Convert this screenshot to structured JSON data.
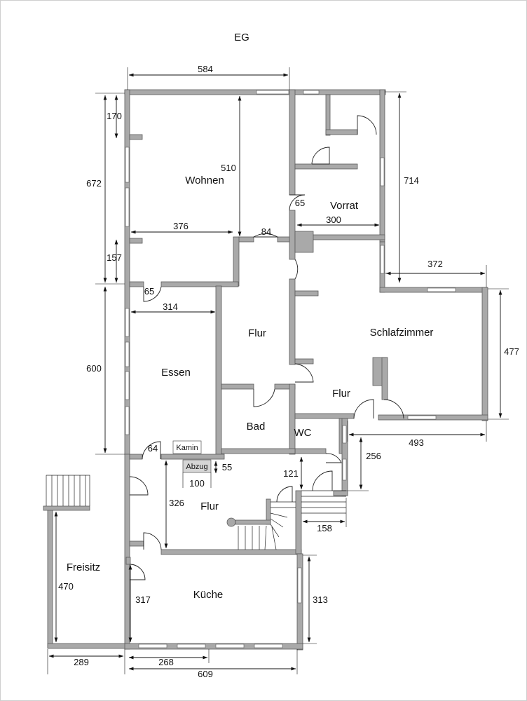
{
  "floor": "EG",
  "rooms": {
    "wohnen": "Wohnen",
    "vorrat": "Vorrat",
    "flur_mitte": "Flur",
    "schlafzimmer": "Schlafzimmer",
    "essen": "Essen",
    "flur_rechts": "Flur",
    "bad": "Bad",
    "wc": "WC",
    "kamin": "Kamin",
    "abzug": "Abzug",
    "flur_unten": "Flur",
    "freisitz": "Freisitz",
    "kueche": "Küche"
  },
  "dimensions": {
    "d584": "584",
    "d170": "170",
    "d672": "672",
    "d510": "510",
    "d714": "714",
    "d65a": "65",
    "d300": "300",
    "d376": "376",
    "d84": "84",
    "d157": "157",
    "d372": "372",
    "d65b": "65",
    "d314": "314",
    "d477": "477",
    "d600": "600",
    "d493": "493",
    "d64": "64",
    "d256": "256",
    "d55": "55",
    "d100": "100",
    "d121": "121",
    "d326": "326",
    "d158": "158",
    "d470": "470",
    "d317": "317",
    "d313": "313",
    "d289": "289",
    "d268": "268",
    "d609": "609"
  }
}
